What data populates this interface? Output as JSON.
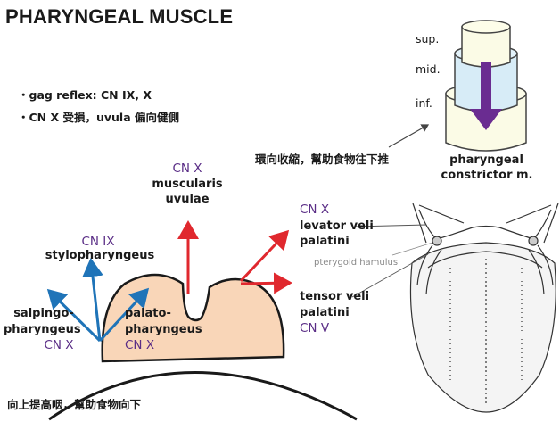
{
  "title": "PHARYNGEAL MUSCLE",
  "notes": [
    "・gag reflex: CN IX, X",
    "・CN X 受損，uvula 偏向健側"
  ],
  "constrictor": {
    "levels": [
      "sup.",
      "mid.",
      "inf."
    ],
    "action": "環向收縮，幫助食物往下推",
    "label_line1": "pharyngeal",
    "label_line2": "constrictor m."
  },
  "muscles": {
    "uvulae": {
      "cn": "CN X",
      "line1": "muscularis",
      "line2": "uvulae"
    },
    "stylo": {
      "cn": "CN IX",
      "line1": "stylopharyngeus"
    },
    "salpingo": {
      "line1": "salpingo-",
      "line2": "pharyngeus",
      "cn": "CN X"
    },
    "palato": {
      "line1": "palato-",
      "line2": "pharyngeus",
      "cn": "CN X"
    },
    "levator": {
      "cn": "CN X",
      "line1": "levator veli",
      "line2": "palatini"
    },
    "tensor": {
      "line1": "tensor veli",
      "line2": "palatini",
      "cn": "CN V"
    },
    "hamulus": "pterygoid hamulus"
  },
  "bottom_note": "向上提高咽，幫助食物向下",
  "colors": {
    "red_arrow": "#e0282e",
    "blue_arrow": "#1f74b8",
    "cn_purple": "#5a2d86",
    "tissue": "#f9d6b8",
    "arrow_purple": "#6a2c91"
  }
}
